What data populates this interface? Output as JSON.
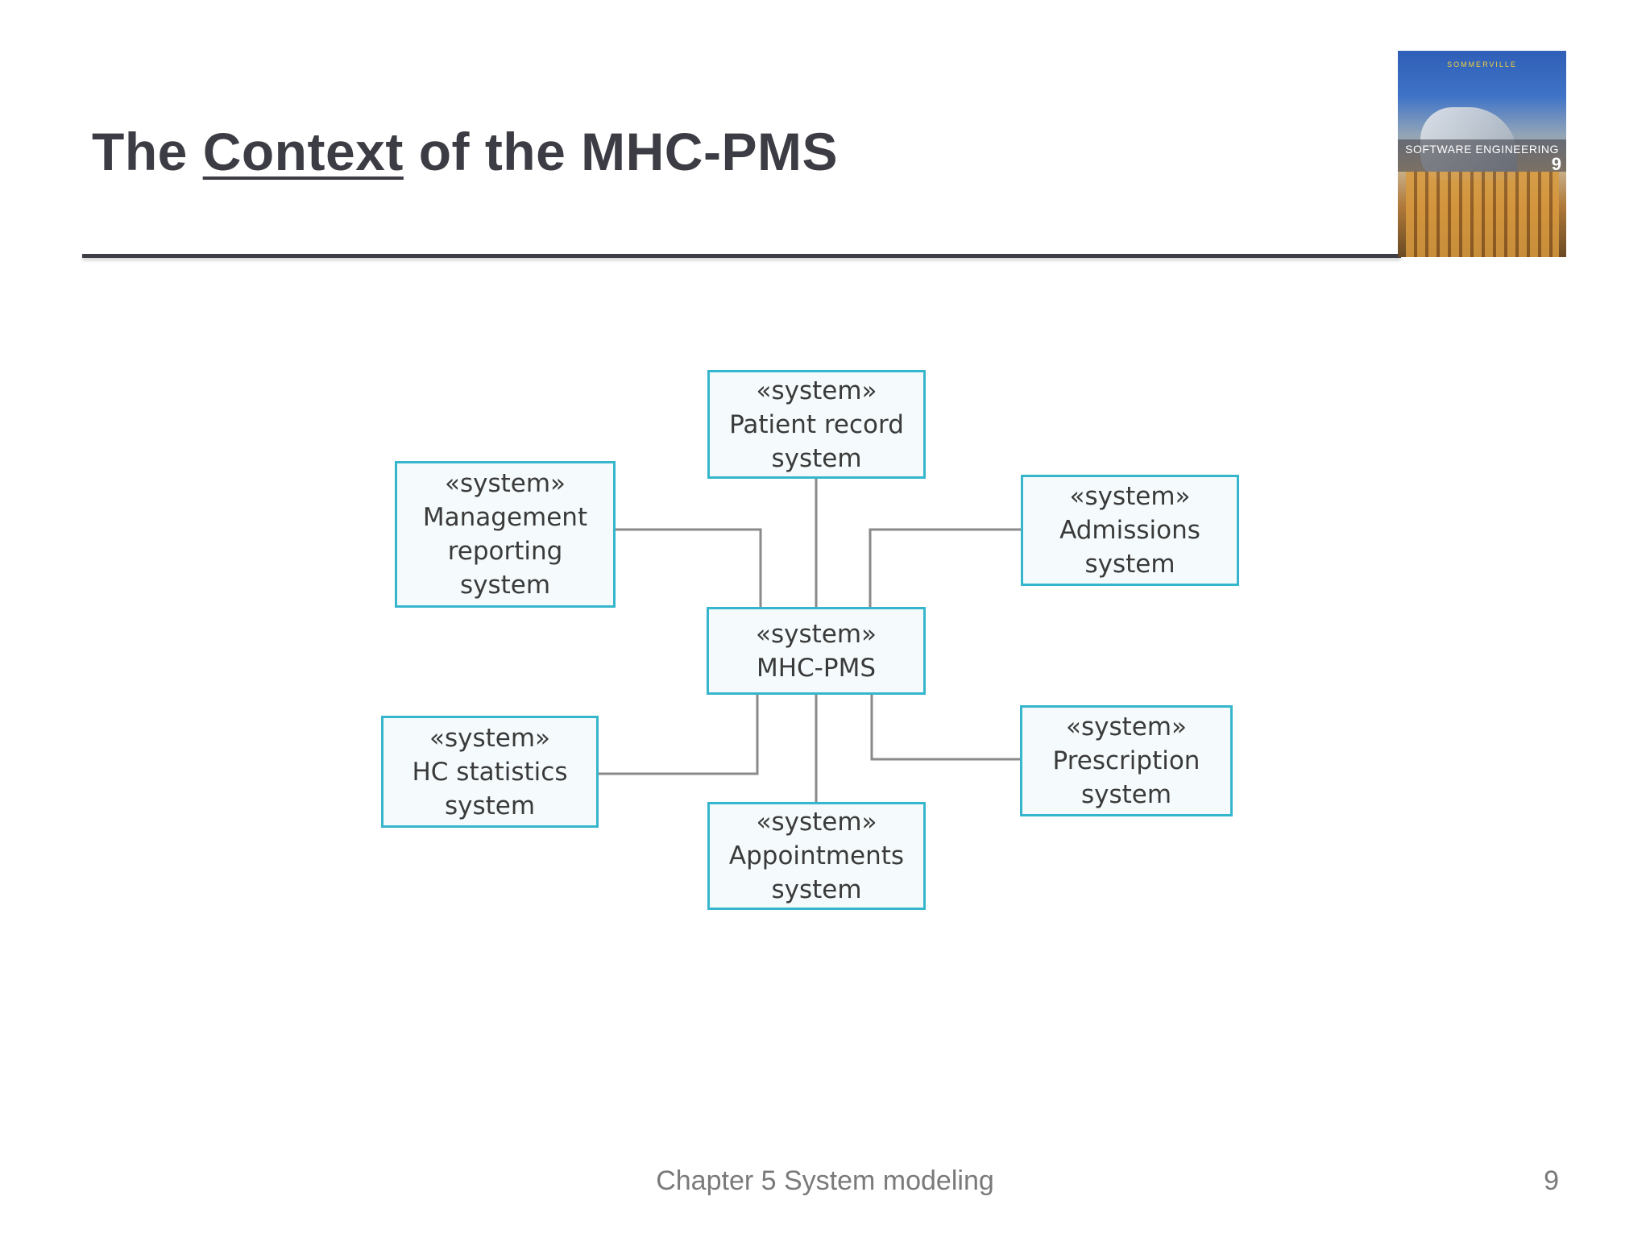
{
  "slide": {
    "title_before": "The ",
    "title_underlined": "Context",
    "title_after": " of the MHC-PMS",
    "footer": "Chapter 5 System modeling",
    "page_number": "9"
  },
  "book_cover": {
    "top_text": "SOMMERVILLE",
    "title": "SOFTWARE ENGINEERING",
    "edition": "9"
  },
  "diagram": {
    "stereotype": "«system»",
    "nodes": {
      "patient_record": {
        "line1": "Patient record",
        "line2": "system"
      },
      "management_reporting": {
        "line1": "Management",
        "line2": "reporting",
        "line3": "system"
      },
      "admissions": {
        "line1": "Admissions",
        "line2": "system"
      },
      "mhc_pms": {
        "line1": "MHC-PMS"
      },
      "hc_statistics": {
        "line1": "HC statistics",
        "line2": "system"
      },
      "prescription": {
        "line1": "Prescription",
        "line2": "system"
      },
      "appointments": {
        "line1": "Appointments",
        "line2": "system"
      }
    },
    "colors": {
      "box_border": "#36b6cc",
      "connector": "#8a8a8a"
    }
  }
}
